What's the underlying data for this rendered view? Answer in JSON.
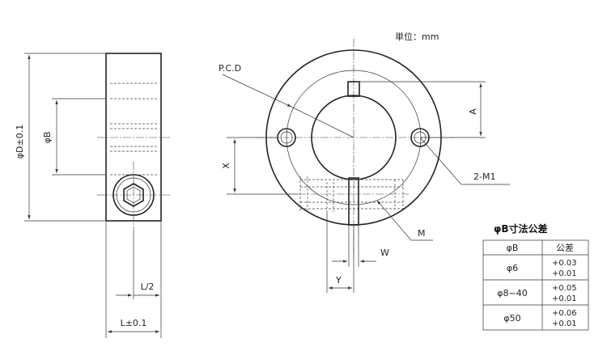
{
  "unit_label": "単位：mm",
  "side_view": {
    "dim_D": "φD±0.1",
    "dim_B": "φB",
    "dim_L2": "L/2",
    "dim_L": "L±0.1"
  },
  "front_view": {
    "pcd": "P.C.D",
    "dim_A": "A",
    "dim_X": "X",
    "thread_2m1": "2-M1",
    "thread_m": "M",
    "dim_W": "W",
    "dim_Y": "Y"
  },
  "tolerance_table": {
    "title": "φB寸法公差",
    "headers": [
      "φB",
      "公差"
    ],
    "rows": [
      {
        "size": "φ6",
        "upper": "+0.03",
        "lower": "+0.01"
      },
      {
        "size": "φ8~40",
        "upper": "+0.05",
        "lower": "+0.01"
      },
      {
        "size": "φ50",
        "upper": "+0.06",
        "lower": "+0.01"
      }
    ]
  }
}
